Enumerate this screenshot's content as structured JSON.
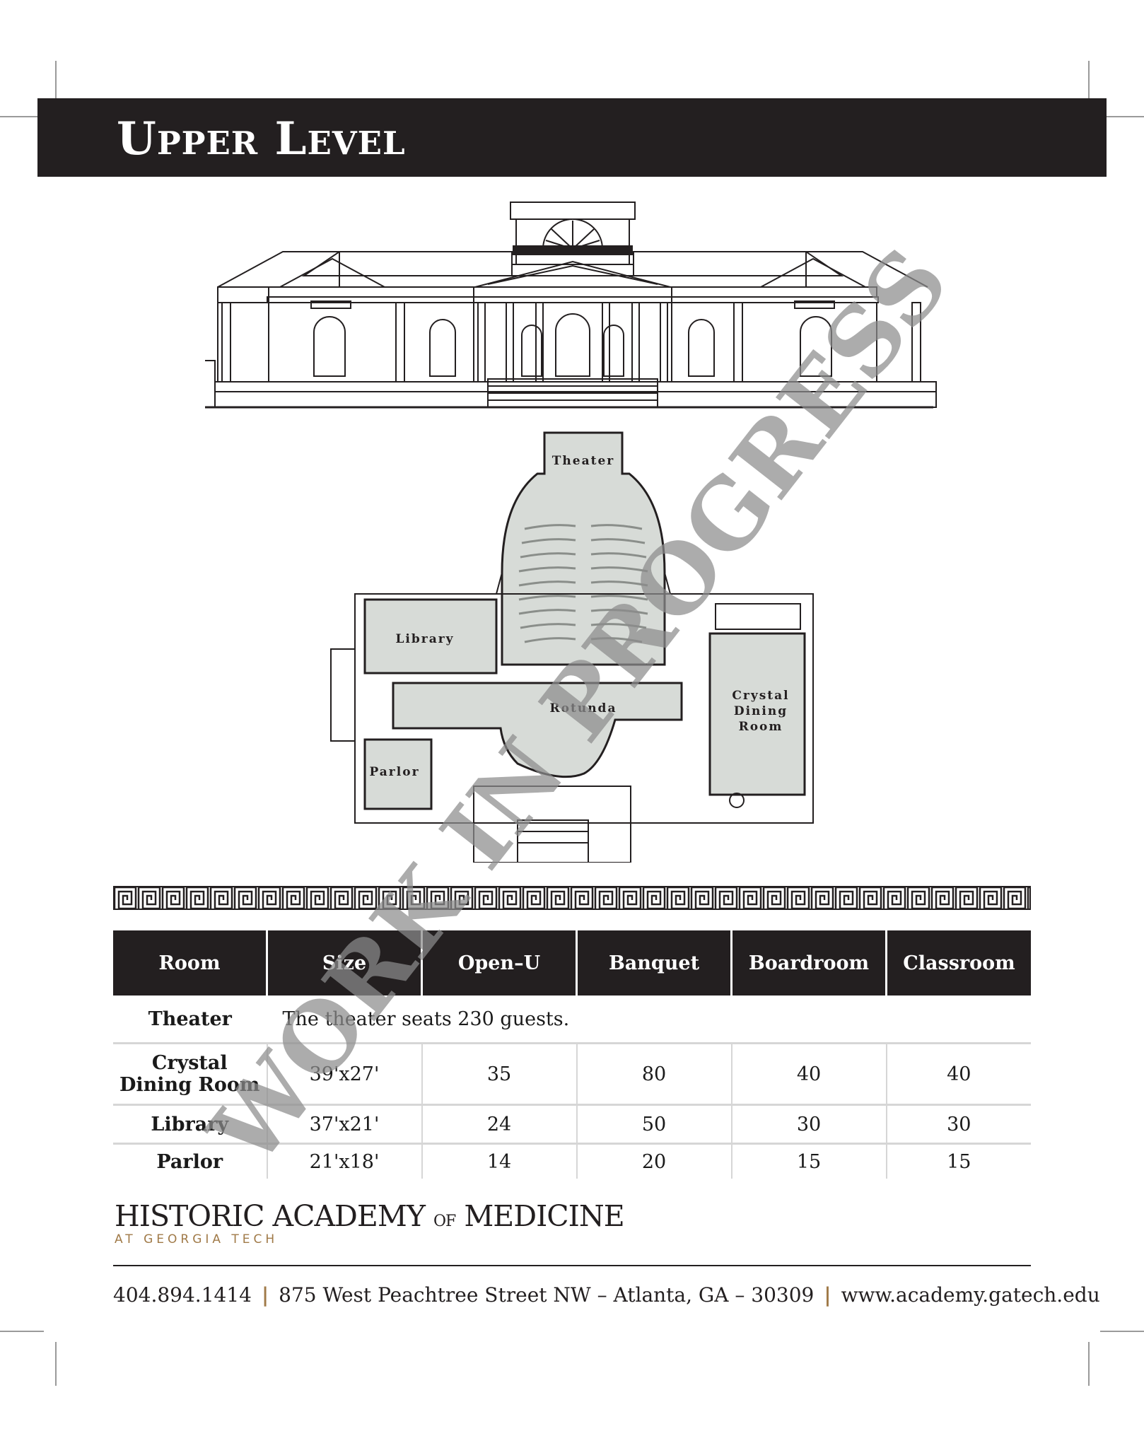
{
  "header": {
    "title": "Upper Level"
  },
  "floorplan": {
    "rooms": {
      "theater": "Theater",
      "library": "Library",
      "rotunda": "Rotunda",
      "crystal_1": "Crystal",
      "crystal_2": "Dining",
      "crystal_3": "Room",
      "parlor": "Parlor"
    }
  },
  "table": {
    "headers": [
      "Room",
      "Size",
      "Open–U",
      "Banquet",
      "Boardroom",
      "Classroom"
    ],
    "theater": {
      "name": "Theater",
      "note": "The theater seats 230 guests."
    },
    "rows": [
      {
        "name_1": "Crystal",
        "name_2": "Dining Room",
        "size": "39'x27'",
        "open_u": "35",
        "banquet": "80",
        "boardroom": "40",
        "classroom": "40"
      },
      {
        "name": "Library",
        "size": "37'x21'",
        "open_u": "24",
        "banquet": "50",
        "boardroom": "30",
        "classroom": "30"
      },
      {
        "name": "Parlor",
        "size": "21'x18'",
        "open_u": "14",
        "banquet": "20",
        "boardroom": "15",
        "classroom": "15"
      }
    ]
  },
  "logo": {
    "line1_a": "HISTORIC ACADEMY",
    "line1_of": "OF",
    "line1_b": "MEDICINE",
    "line2": "AT GEORGIA TECH"
  },
  "contact": {
    "phone": "404.894.1414",
    "address": "875 West Peachtree Street NW – Atlanta, GA – 30309",
    "website": "www.academy.gatech.edu"
  },
  "watermark": "WORK IN PROGRESS"
}
